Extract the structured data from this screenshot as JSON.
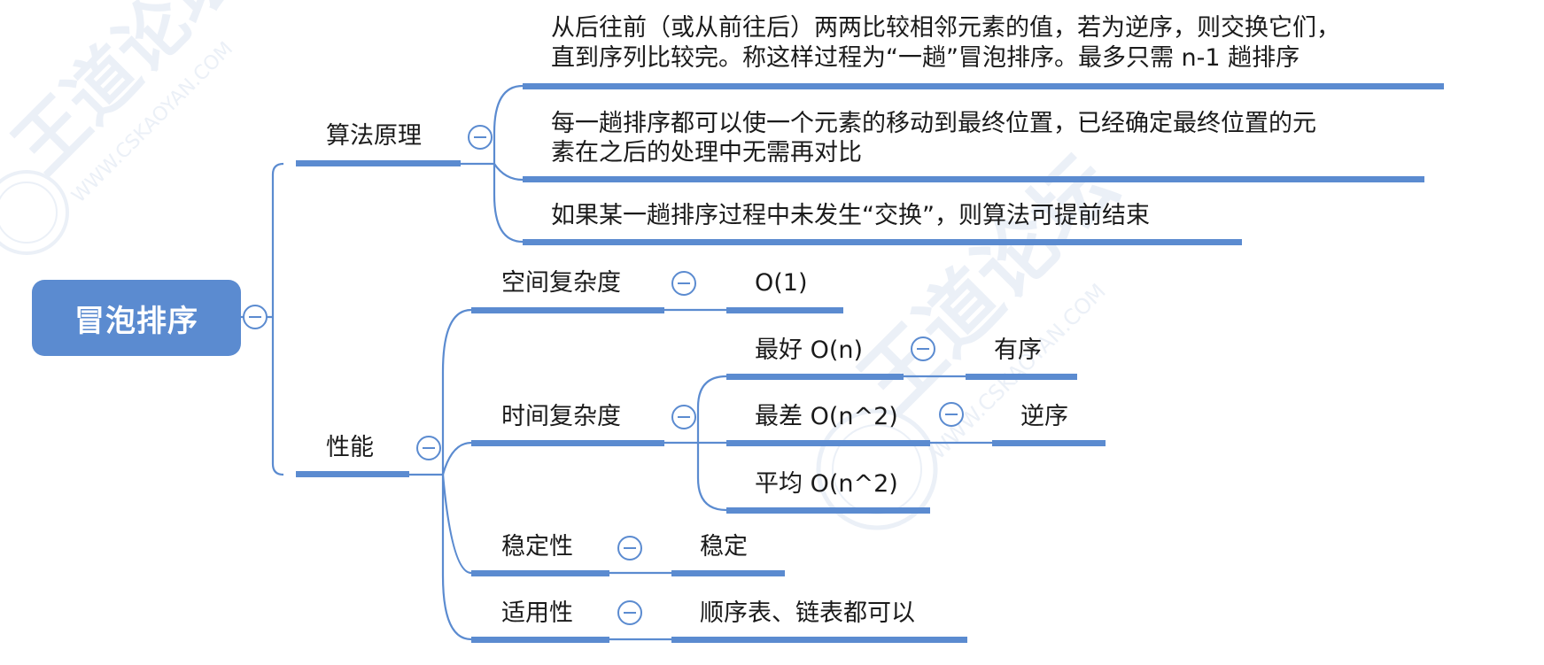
{
  "root": "冒泡排序",
  "watermark": {
    "brand": "王道论坛",
    "site": "WWW.CSKAOYAN.COM"
  },
  "nodes": {
    "algo": "算法原理",
    "algo_1a": "从后往前（或从前往后）两两比较相邻元素的值，若为逆序，则交换它们，",
    "algo_1b": "直到序列比较完。称这样过程为“一趟”冒泡排序。最多只需 n-1 趟排序",
    "algo_2a": "每一趟排序都可以使一个元素的移动到最终位置，已经确定最终位置的元",
    "algo_2b": "素在之后的处理中无需再对比",
    "algo_3": "如果某一趟排序过程中未发生“交换”，则算法可提前结束",
    "perf": "性能",
    "space": "空间复杂度",
    "space_val": "O(1)",
    "time": "时间复杂度",
    "best": "最好 O(n)",
    "best_val": "有序",
    "worst": "最差 O(n^2)",
    "worst_val": "逆序",
    "avg": "平均 O(n^2)",
    "stable": "稳定性",
    "stable_val": "稳定",
    "apply": "适用性",
    "apply_val": "顺序表、链表都可以"
  },
  "colors": {
    "accent": "#5b8bd0",
    "line": "#5b8bd0",
    "watermark": "#8fa8d0"
  }
}
